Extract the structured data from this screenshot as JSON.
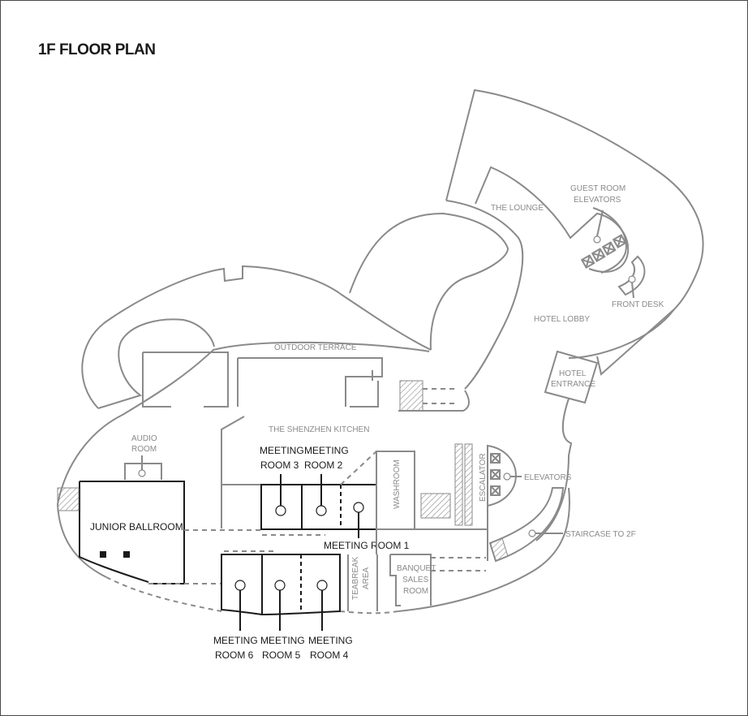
{
  "title": "1F FLOOR PLAN",
  "labels": {
    "the_lounge": "THE LOUNGE",
    "guest_room_elevators_1": "GUEST ROOM",
    "guest_room_elevators_2": "ELEVATORS",
    "front_desk": "FRONT DESK",
    "hotel_lobby": "HOTEL LOBBY",
    "hotel_entrance_1": "HOTEL",
    "hotel_entrance_2": "ENTRANCE",
    "outdoor_terrace": "OUTDOOR TERRACE",
    "the_shenzhen_kitchen": "THE SHENZHEN KITCHEN",
    "audio_room_1": "AUDIO",
    "audio_room_2": "ROOM",
    "junior_ballroom": "JUNIOR BALLROOM",
    "meeting_room_3_1": "MEETING",
    "meeting_room_3_2": "ROOM 3",
    "meeting_room_2_1": "MEETING",
    "meeting_room_2_2": "ROOM 2",
    "meeting_room_1": "MEETING ROOM 1",
    "washroom": "WASHROOM",
    "escalator": "ESCALATOR",
    "elevators": "ELEVATORS",
    "staircase_to_2f": "STAIRCASE TO 2F",
    "teabreak_area_1": "TEABREAK",
    "teabreak_area_2": "AREA",
    "banquet_sales_room_1": "BANQUET",
    "banquet_sales_room_2": "SALES",
    "banquet_sales_room_3": "ROOM",
    "meeting_room_6_1": "MEETING",
    "meeting_room_6_2": "ROOM 6",
    "meeting_room_5_1": "MEETING",
    "meeting_room_5_2": "ROOM 5",
    "meeting_room_4_1": "MEETING",
    "meeting_room_4_2": "ROOM 4"
  },
  "colors": {
    "wall_gray": "#8a8a8a",
    "meeting_dark": "#1a1a1a",
    "background": "#ffffff"
  }
}
